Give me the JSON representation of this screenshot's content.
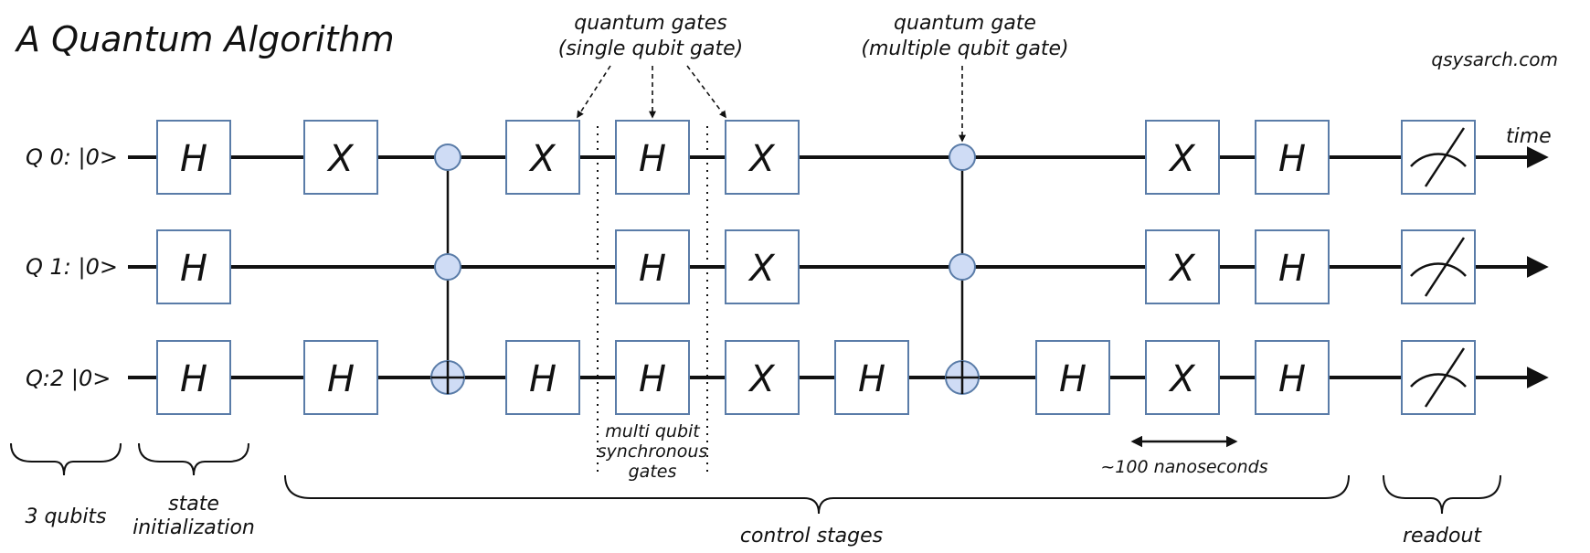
{
  "title": "A Quantum Algorithm",
  "source": "qsysarch.com",
  "time_label": "time",
  "qubits": [
    {
      "label": "Q 0: |0>"
    },
    {
      "label": "Q 1: |0>"
    },
    {
      "label": "Q:2 |0>"
    }
  ],
  "gate_symbols": {
    "hadamard": "H",
    "pauli_x": "X"
  },
  "annotations": {
    "single_gates_line1": "quantum gates",
    "single_gates_line2": "(single qubit gate)",
    "multi_gate_line1": "quantum gate",
    "multi_gate_line2": "(multiple qubit gate)",
    "sync_line1": "multi qubit",
    "sync_line2": "synchronous",
    "sync_line3": "gates",
    "timing": "~100 nanoseconds"
  },
  "braces": {
    "qubits": "3 qubits",
    "init_line1": "state",
    "init_line2": "initialization",
    "control": "control stages",
    "readout": "readout"
  },
  "colors": {
    "gate_border": "#5a7ca8",
    "control_fill": "#cfdcf5",
    "wire": "#111111"
  }
}
